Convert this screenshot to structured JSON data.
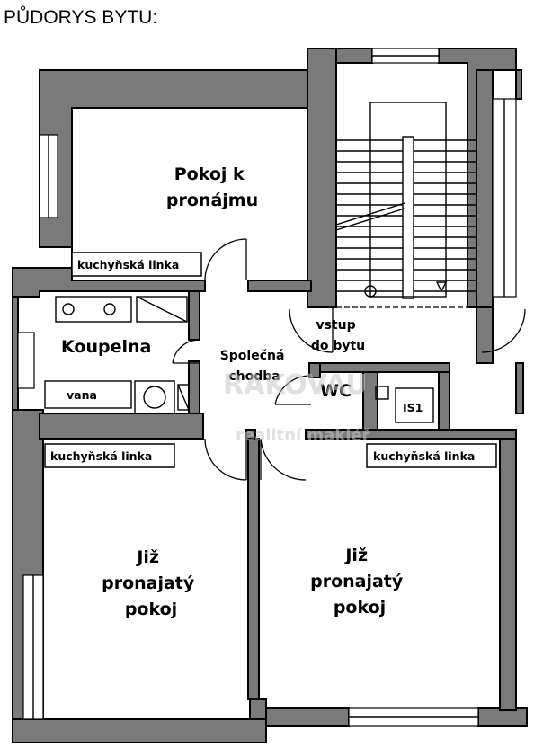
{
  "title": "PŮDORYS BYTU:",
  "rooms": {
    "room_for_rent": [
      "Pokoj k",
      "pronájmu"
    ],
    "bathroom": "Koupelna",
    "hallway": [
      "Společná",
      "chodba"
    ],
    "entrance": [
      "vstup",
      "do bytu"
    ],
    "wc": "WC",
    "is1": "IS1",
    "rented_room_left": [
      "Již",
      "pronajatý",
      "pokoj"
    ],
    "rented_room_right": [
      "Již",
      "pronajatý",
      "pokoj"
    ]
  },
  "labels": {
    "kitchen_top": "kuchyňská linka",
    "kitchen_bottom_left": "kuchyňská linka",
    "kitchen_bottom_right": "kuchyňská linka",
    "bathtub": "vana"
  },
  "watermark": {
    "line1": "RAKOVAU",
    "line2": "realitní makléř"
  }
}
